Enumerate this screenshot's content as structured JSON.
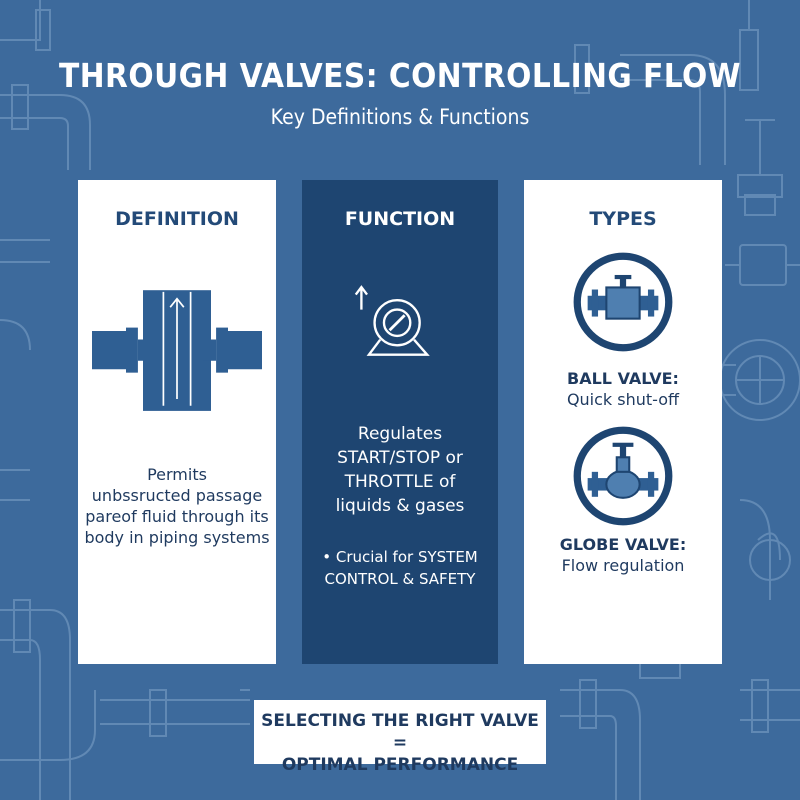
{
  "header": {
    "title": "THROUGH VALVES: CONTROLLING FLOW",
    "subtitle": "Key Definitions & Functions"
  },
  "cards": {
    "definition": {
      "heading": "DEFINITION",
      "lines": [
        "Permits",
        "unbssructed passage",
        "pareof fluid through its",
        "body in piping systems"
      ]
    },
    "function": {
      "heading": "FUNCTION",
      "lines": [
        "Regulates",
        "START/STOP or",
        "THROTTLE of",
        "liquids & gases"
      ],
      "bullet_lines": [
        "• Crucial for SYSTEM",
        "CONTROL & SAFETY"
      ]
    },
    "types": {
      "heading": "TYPES",
      "items": [
        {
          "name": "BALL VALVE:",
          "desc": "Quick shut-off",
          "icon": "ball-valve-icon"
        },
        {
          "name": "GLOBE VALVE:",
          "desc": "Flow regulation",
          "icon": "globe-valve-icon"
        }
      ]
    }
  },
  "footer": {
    "lines": [
      "SELECTING THE RIGHT VALVE =",
      "OPTIMAL PERFORMANCE"
    ]
  },
  "colors": {
    "background": "#3d6a9c",
    "dark_card": "#1e4571",
    "accent": "#2f5f93",
    "text_dark": "#1f3a5f"
  }
}
